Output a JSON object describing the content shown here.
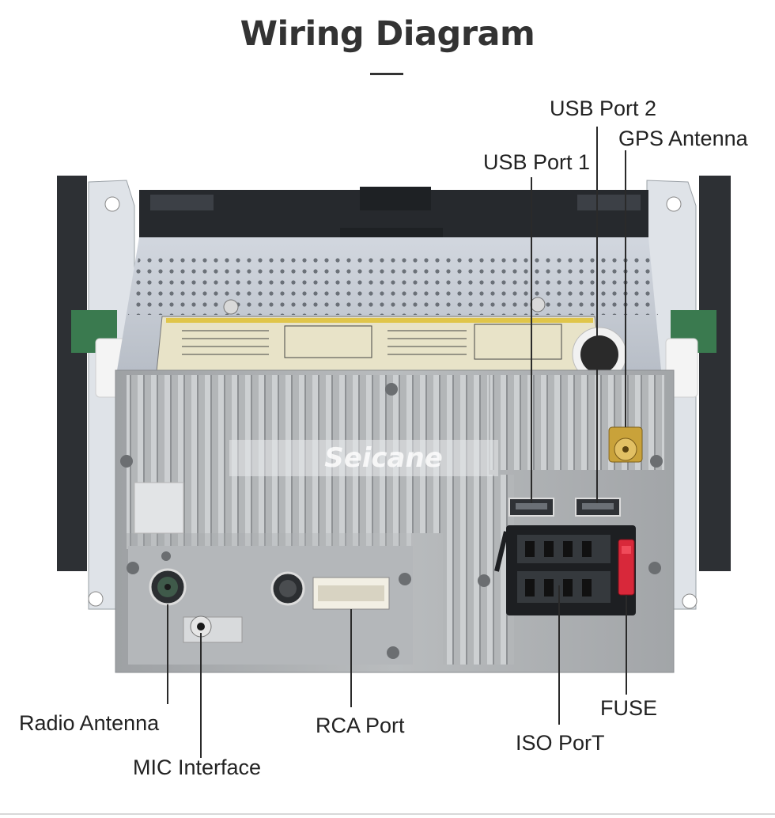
{
  "title": "Wiring Diagram",
  "watermark": "Seicane",
  "labels": {
    "usb_port_2": "USB Port 2",
    "gps_antenna": "GPS Antenna",
    "usb_port_1": "USB Port 1",
    "radio_antenna": "Radio Antenna",
    "mic_interface": "MIC Interface",
    "rca_port": "RCA Port",
    "iso_port": "ISO PorT",
    "fuse": "FUSE"
  },
  "colors": {
    "title": "#333333",
    "label": "#222222",
    "chassis": "#a9acae",
    "fin": "#c4c7c9",
    "sticker": "#e8e3c8",
    "fuse": "#d8283a",
    "gps_connector": "#c9a23a"
  },
  "icons": [
    "gps-antenna-connector-icon",
    "usb-port-icon",
    "radio-antenna-jack-icon",
    "mic-jack-icon",
    "iso-connector-icon",
    "fuse-icon"
  ]
}
